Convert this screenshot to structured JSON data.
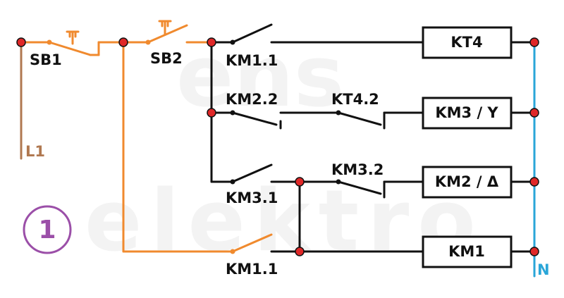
{
  "colors": {
    "phase": "#f08a2e",
    "l1": "#b07850",
    "neutral": "#2aa6d8",
    "wire": "#111111",
    "node": "#e02828",
    "badge": "#9b4fa8",
    "watermark": "#f3f3f3"
  },
  "watermark": {
    "top": "ens",
    "bottom": "elektro"
  },
  "badge": "1",
  "labels": {
    "l1": "L1",
    "n": "N",
    "sb1": "SB1",
    "sb2": "SB2",
    "km1_1_top": "KM1.1",
    "km2_2": "KM2.2",
    "kt4_2": "KT4.2",
    "km3_1": "KM3.1",
    "km3_2": "KM3.2",
    "km1_1_bottom": "KM1.1"
  },
  "coils": {
    "kt4": "KT4",
    "km3": "KM3 / Y",
    "km2": "KM2 / Δ",
    "km1": "KM1"
  }
}
